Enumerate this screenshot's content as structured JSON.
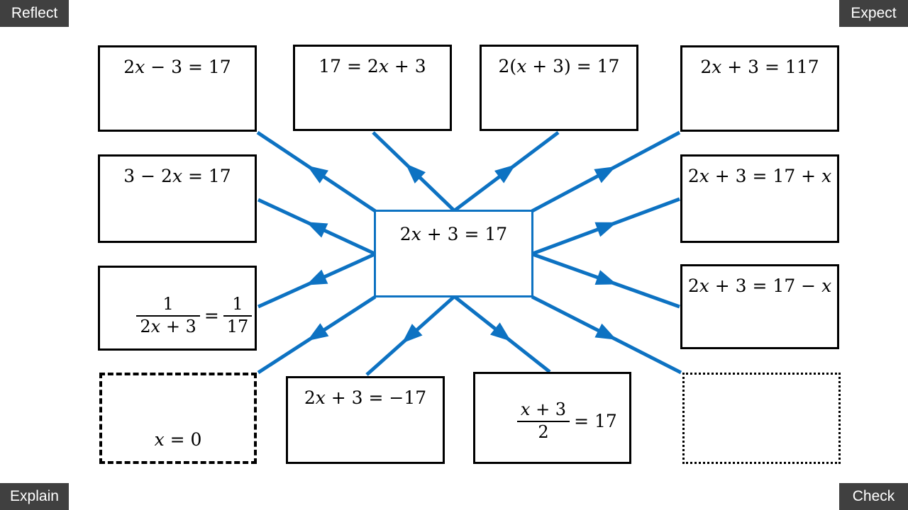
{
  "activity": {
    "description": "equation equivalence sorting diagram",
    "center_equation": "2x + 3 = 17"
  },
  "buttons": {
    "reflect": "Reflect",
    "expect": "Expect",
    "explain": "Explain",
    "check": "Check"
  },
  "colors": {
    "arrow": "#0d72c2",
    "center_box_border": "#0d72c2",
    "box_border": "#000000",
    "button_bg": "#404040",
    "button_text": "#ffffff"
  },
  "center_box": {
    "equation": "2x + 3 = 17"
  },
  "boxes": {
    "b1": {
      "equation": "2x − 3 = 17",
      "border_style": "solid"
    },
    "b2": {
      "equation": "17 = 2x + 3",
      "border_style": "solid"
    },
    "b3": {
      "equation": "2(x + 3) = 17",
      "border_style": "solid"
    },
    "b4": {
      "equation": "2x + 3 = 117",
      "border_style": "solid"
    },
    "b5": {
      "equation": "3 − 2x = 17",
      "border_style": "solid"
    },
    "b6": {
      "equation": "2x + 3 = 17 + x",
      "border_style": "solid"
    },
    "b7": {
      "num_left": "1",
      "den_left": "2x + 3",
      "equals": "=",
      "num_right": "1",
      "den_right": "17",
      "border_style": "solid"
    },
    "b8": {
      "equation": "2x + 3 = 17 − x",
      "border_style": "solid"
    },
    "b9": {
      "equation": "x = 0",
      "border_style": "dashed"
    },
    "b10": {
      "equation": "2x + 3 = −17",
      "border_style": "solid"
    },
    "b11": {
      "num": "x + 3",
      "den": "2",
      "rest": "= 17",
      "border_style": "solid"
    },
    "b12": {
      "equation": "",
      "border_style": "dotted"
    }
  },
  "connectors": [
    [
      529,
      298,
      363,
      187
    ],
    [
      640,
      297,
      526,
      187
    ],
    [
      641,
      297,
      787,
      187
    ],
    [
      750,
      298,
      958,
      187
    ],
    [
      528,
      358,
      364,
      282
    ],
    [
      528,
      359,
      364,
      433
    ],
    [
      751,
      358,
      958,
      281
    ],
    [
      751,
      359,
      958,
      433
    ],
    [
      529,
      419,
      364,
      526
    ],
    [
      640,
      419,
      517,
      529
    ],
    [
      641,
      419,
      775,
      525
    ],
    [
      750,
      419,
      960,
      526
    ]
  ]
}
